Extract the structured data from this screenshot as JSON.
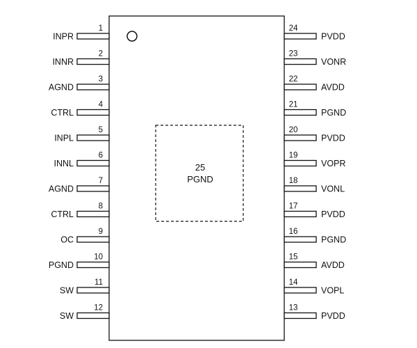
{
  "left_pins": [
    {
      "num": "1",
      "name": "INPR"
    },
    {
      "num": "2",
      "name": "INNR"
    },
    {
      "num": "3",
      "name": "AGND"
    },
    {
      "num": "4",
      "name": "CTRL"
    },
    {
      "num": "5",
      "name": "INPL"
    },
    {
      "num": "6",
      "name": "INNL"
    },
    {
      "num": "7",
      "name": "AGND"
    },
    {
      "num": "8",
      "name": "CTRL"
    },
    {
      "num": "9",
      "name": "OC"
    },
    {
      "num": "10",
      "name": "PGND"
    },
    {
      "num": "11",
      "name": "SW"
    },
    {
      "num": "12",
      "name": "SW"
    }
  ],
  "right_pins": [
    {
      "num": "24",
      "name": "PVDD"
    },
    {
      "num": "23",
      "name": "VONR"
    },
    {
      "num": "22",
      "name": "AVDD"
    },
    {
      "num": "21",
      "name": "PGND"
    },
    {
      "num": "20",
      "name": "PVDD"
    },
    {
      "num": "19",
      "name": "VOPR"
    },
    {
      "num": "18",
      "name": "VONL"
    },
    {
      "num": "17",
      "name": "PVDD"
    },
    {
      "num": "16",
      "name": "PGND"
    },
    {
      "num": "15",
      "name": "AVDD"
    },
    {
      "num": "14",
      "name": "VOPL"
    },
    {
      "num": "13",
      "name": "PVDD"
    }
  ],
  "thermal_pad": {
    "number": "25",
    "name": "PGND"
  },
  "colors": {
    "outline": "#111111",
    "background": "#ffffff"
  }
}
